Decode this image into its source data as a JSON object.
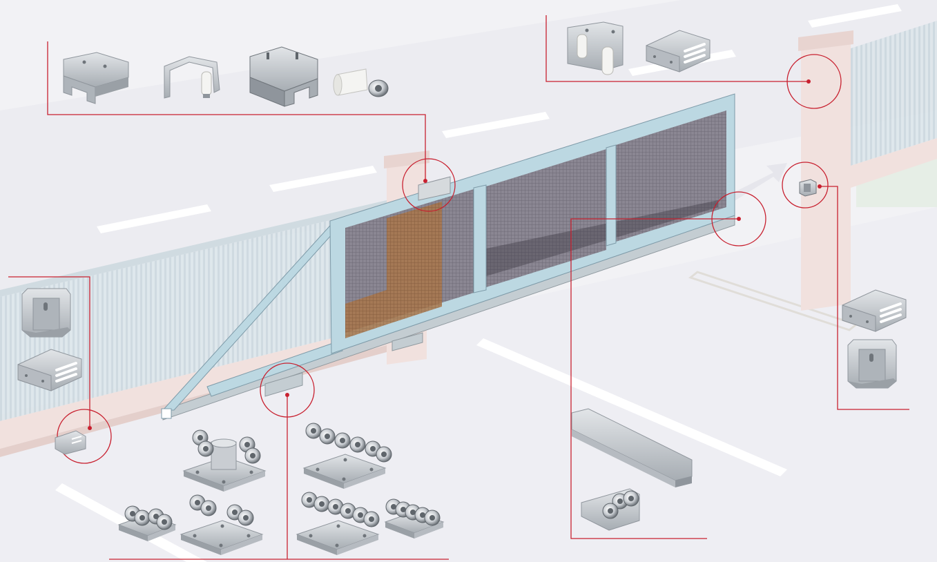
{
  "diagram": {
    "subject": "cantilever-sliding-gate-hardware-kit",
    "colors": {
      "background": "#f2f2f5",
      "road": "#ececf1",
      "road_marking": "#ffffff",
      "fence": "#dbe5ea",
      "fence_slat": "#c9d6dd",
      "pillar": "#f1e1de",
      "grass": "#e6eee6",
      "gate_frame": "#bcd8e2",
      "gate_frame_edge": "#7d9aa8",
      "gate_rail": "#c4cdd2",
      "mesh": "#807c88",
      "callout": "#c8202f",
      "part_steel": "#c9cdd2",
      "part_steel_dark": "#8f959c",
      "part_nylon": "#f4f4f2"
    },
    "callouts": [
      {
        "id": "top-guide-support",
        "part_icons": [
          "top-guide-plate-icon",
          "top-guide-bracket-icon",
          "top-guide-box-icon",
          "guide-roller-icon"
        ]
      },
      {
        "id": "catcher-roller-guide",
        "part_icons": [
          "roller-catcher-icon",
          "adjustable-bracket-icon"
        ]
      },
      {
        "id": "end-catcher",
        "part_icons": [
          "adjustable-bracket-icon",
          "end-catcher-icon"
        ]
      },
      {
        "id": "end-roller-and-rail",
        "part_icons": [
          "guide-rail-icon",
          "end-roller-icon"
        ]
      },
      {
        "id": "bottom-support-catcher",
        "part_icons": [
          "end-catcher-icon",
          "adjustable-bracket-icon"
        ]
      },
      {
        "id": "roller-carriages",
        "part_icons": [
          "carriage-large-icon",
          "carriage-wide-icon",
          "carriage-small-icon",
          "carriage-medium-icon",
          "carriage-wide-icon",
          "carriage-mini-icon"
        ]
      }
    ]
  }
}
